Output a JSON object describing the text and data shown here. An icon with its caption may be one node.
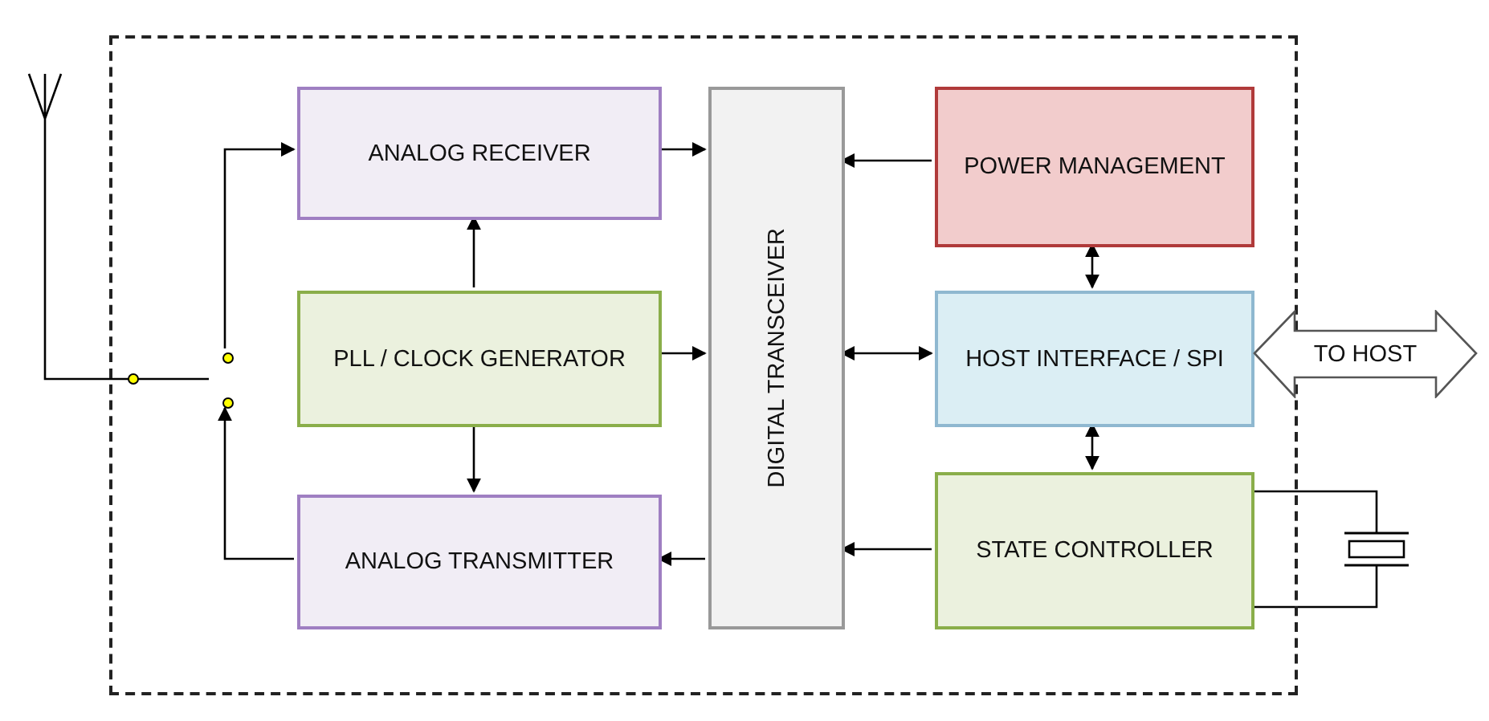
{
  "diagram": {
    "nodes": [
      {
        "text": [],
        "shape": "box"
      },
      {
        "text": [
          "ANALOG RECEIVER"
        ],
        "in": 0
      },
      {
        "text": [
          "PLL / CLOCK GENERATOR"
        ],
        "in": 0
      },
      {
        "text": [
          "ANALOG TRANSMITTER"
        ],
        "in": 0
      },
      {
        "text": [
          "DIGITAL TRANSCEIVER"
        ],
        "in": 0
      },
      {
        "text": [
          "POWER MANAGEMENT"
        ],
        "in": 0
      },
      {
        "text": [
          "HOST INTERFACE / SPI"
        ],
        "in": 0
      },
      {
        "text": [
          "STATE CONTROLLER"
        ],
        "in": 0
      },
      {
        "text": [
          "TO HOST"
        ]
      },
      {
        "text": [],
        "shape": "antenna"
      },
      {
        "text": [],
        "shape": "crystal"
      },
      {
        "text": [],
        "shape": "switch",
        "in": 0
      }
    ],
    "edges": [
      {
        "from": 9,
        "to": 11,
        "arrow": "none"
      },
      {
        "from": 11,
        "to": 1,
        "arrow": "to"
      },
      {
        "from": 3,
        "to": 11,
        "arrow": "to"
      },
      {
        "from": 1,
        "to": 4,
        "arrow": "to"
      },
      {
        "from": 2,
        "to": 4,
        "arrow": "to"
      },
      {
        "from": 4,
        "to": 3,
        "arrow": "to"
      },
      {
        "from": 2,
        "to": 1,
        "arrow": "to"
      },
      {
        "from": 2,
        "to": 3,
        "arrow": "to"
      },
      {
        "from": 5,
        "to": 4,
        "arrow": "to"
      },
      {
        "from": 4,
        "to": 6,
        "arrow": "both"
      },
      {
        "from": 7,
        "to": 4,
        "arrow": "to"
      },
      {
        "from": 5,
        "to": 6,
        "arrow": "both"
      },
      {
        "from": 6,
        "to": 7,
        "arrow": "both"
      },
      {
        "from": 7,
        "to": 10,
        "arrow": "none"
      },
      {
        "from": 7,
        "to": 10,
        "arrow": "none"
      }
    ]
  }
}
